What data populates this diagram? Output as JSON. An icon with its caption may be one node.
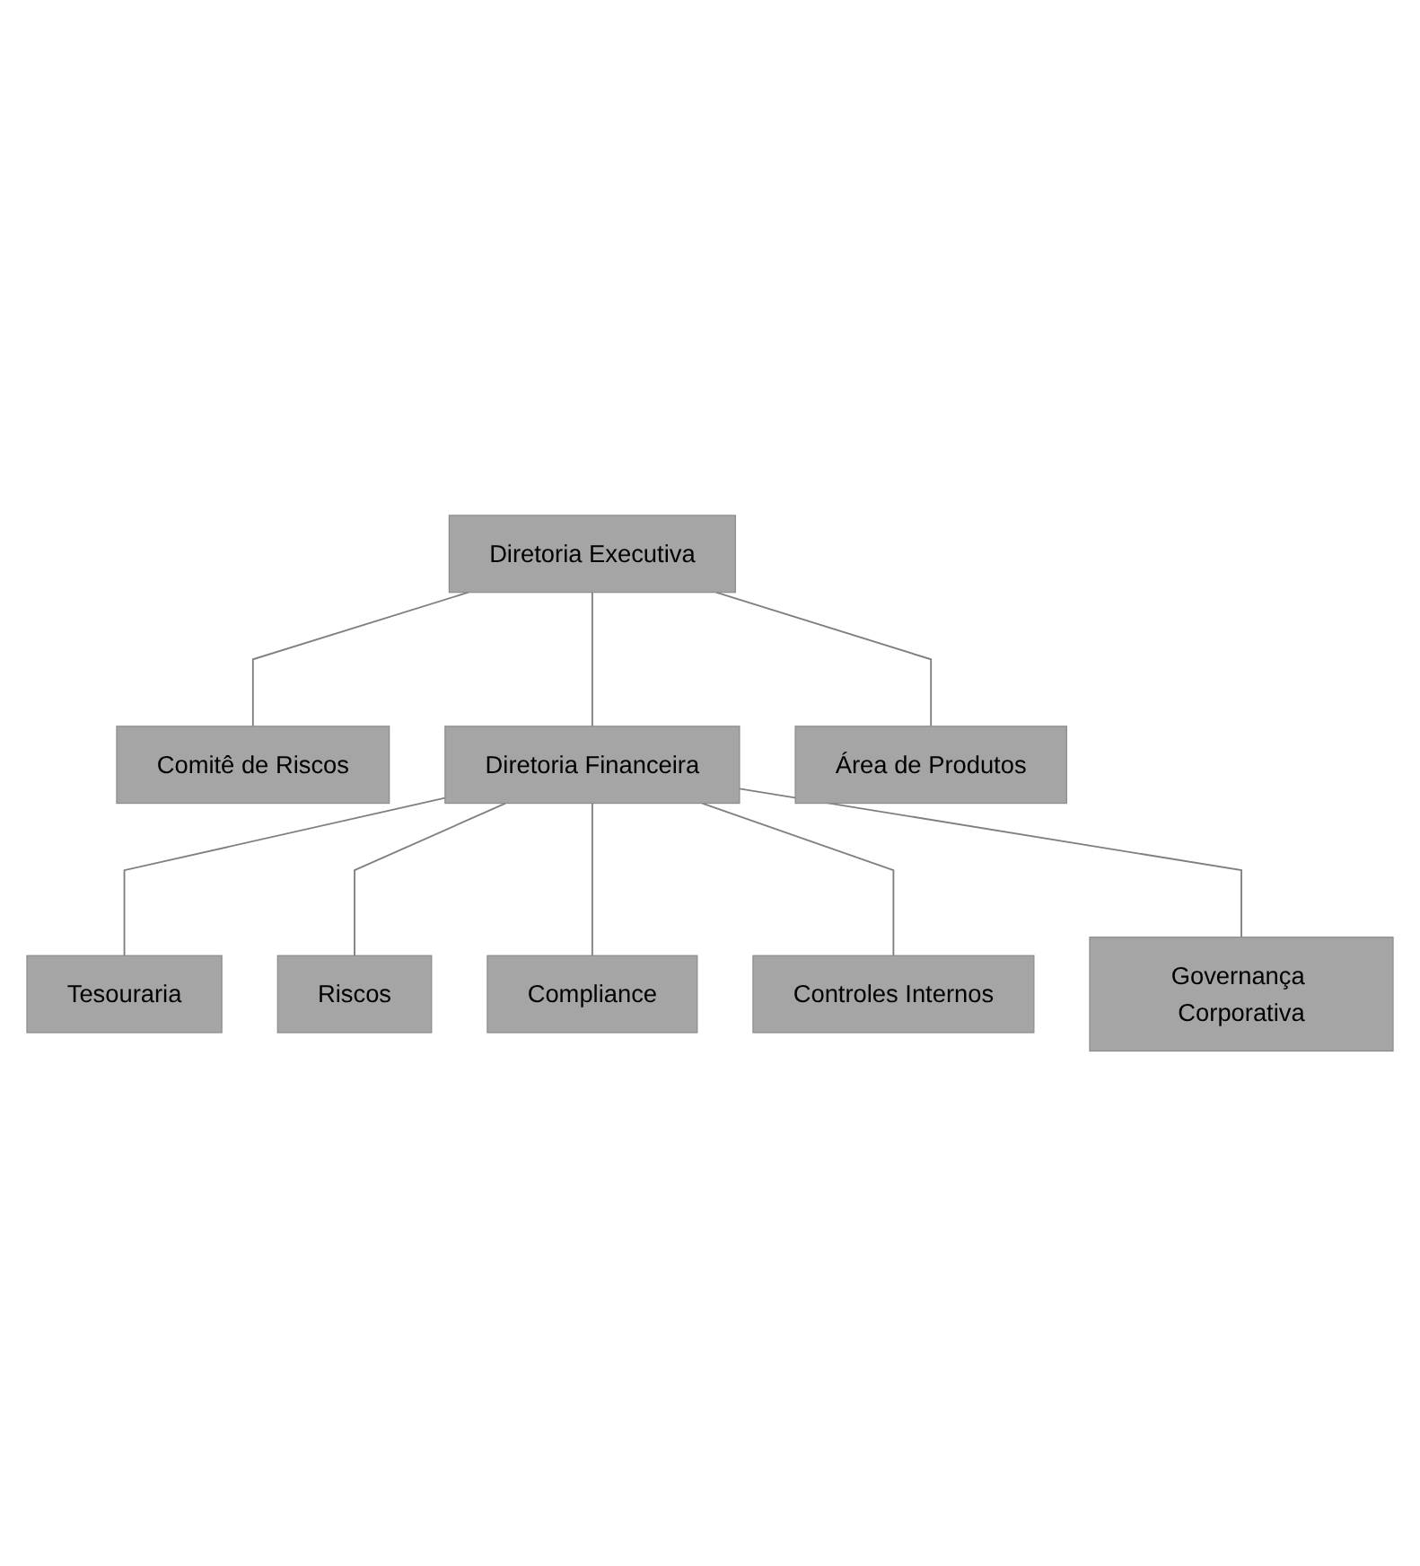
{
  "diagram": {
    "nodes": [
      {
        "text": [
          "Diretoria Executiva"
        ]
      },
      {
        "text": [
          "Comitê de Riscos"
        ]
      },
      {
        "text": [
          "Diretoria Financeira"
        ]
      },
      {
        "text": [
          "Área de Produtos"
        ]
      },
      {
        "text": [
          "Tesouraria"
        ]
      },
      {
        "text": [
          "Riscos"
        ]
      },
      {
        "text": [
          "Compliance"
        ]
      },
      {
        "text": [
          "Controles Internos"
        ]
      },
      {
        "text": [
          "Governança Corporativa"
        ]
      }
    ],
    "edges": [
      {
        "from": 0,
        "to": 1,
        "arrow": "none"
      },
      {
        "from": 0,
        "to": 2,
        "arrow": "none"
      },
      {
        "from": 0,
        "to": 3,
        "arrow": "none"
      },
      {
        "from": 2,
        "to": 4,
        "arrow": "none"
      },
      {
        "from": 2,
        "to": 5,
        "arrow": "none"
      },
      {
        "from": 2,
        "to": 6,
        "arrow": "none"
      },
      {
        "from": 2,
        "to": 7,
        "arrow": "none"
      },
      {
        "from": 2,
        "to": 8,
        "arrow": "none"
      }
    ]
  }
}
